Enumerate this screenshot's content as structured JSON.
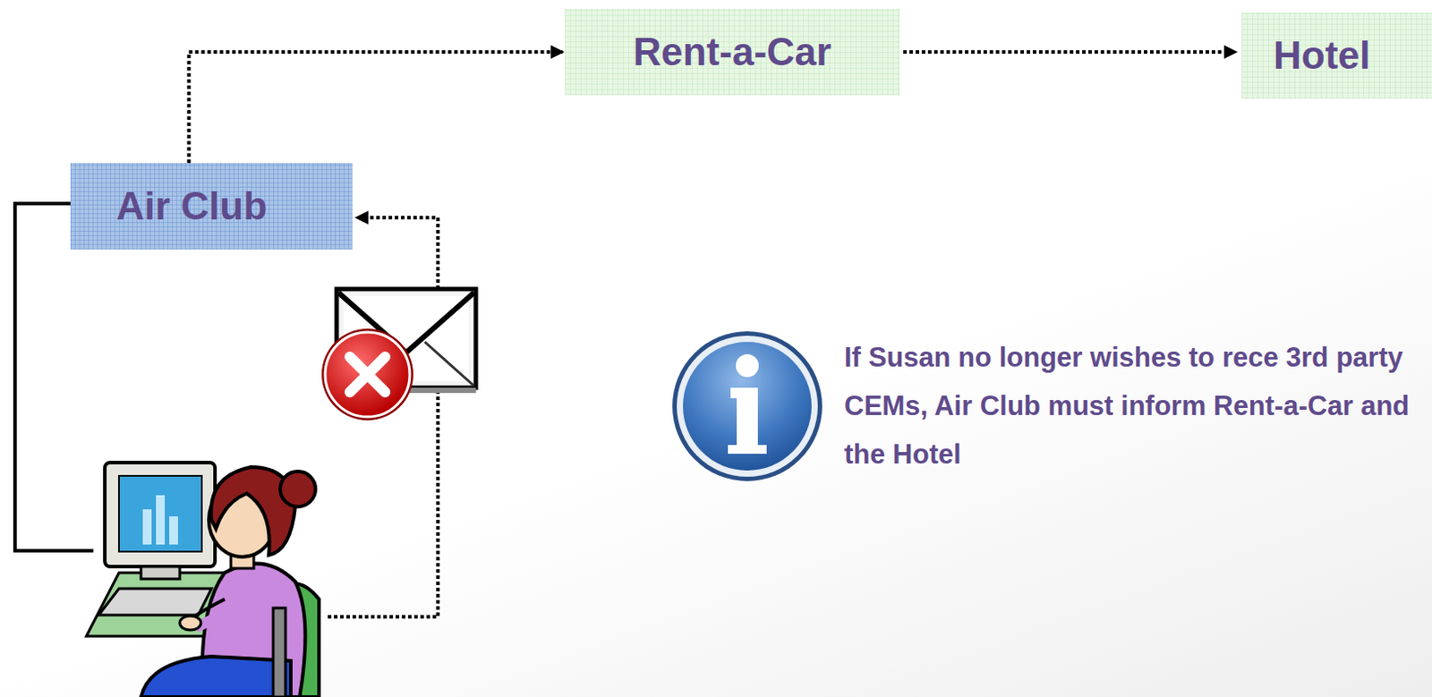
{
  "diagram": {
    "nodes": [
      {
        "text": [
          "Rent-a-Car"
        ]
      },
      {
        "text": [
          "Hotel"
        ]
      },
      {
        "text": [
          "Air Club"
        ]
      }
    ],
    "edges": [
      {
        "from": 2,
        "to": 0,
        "arrow": "to"
      },
      {
        "from": 0,
        "to": 1,
        "arrow": "to"
      }
    ],
    "labels": [
      "If Susan no longer wishes to rece 3rd party CEMs, Air Club must inform Rent-a-Car and the Hotel"
    ]
  }
}
